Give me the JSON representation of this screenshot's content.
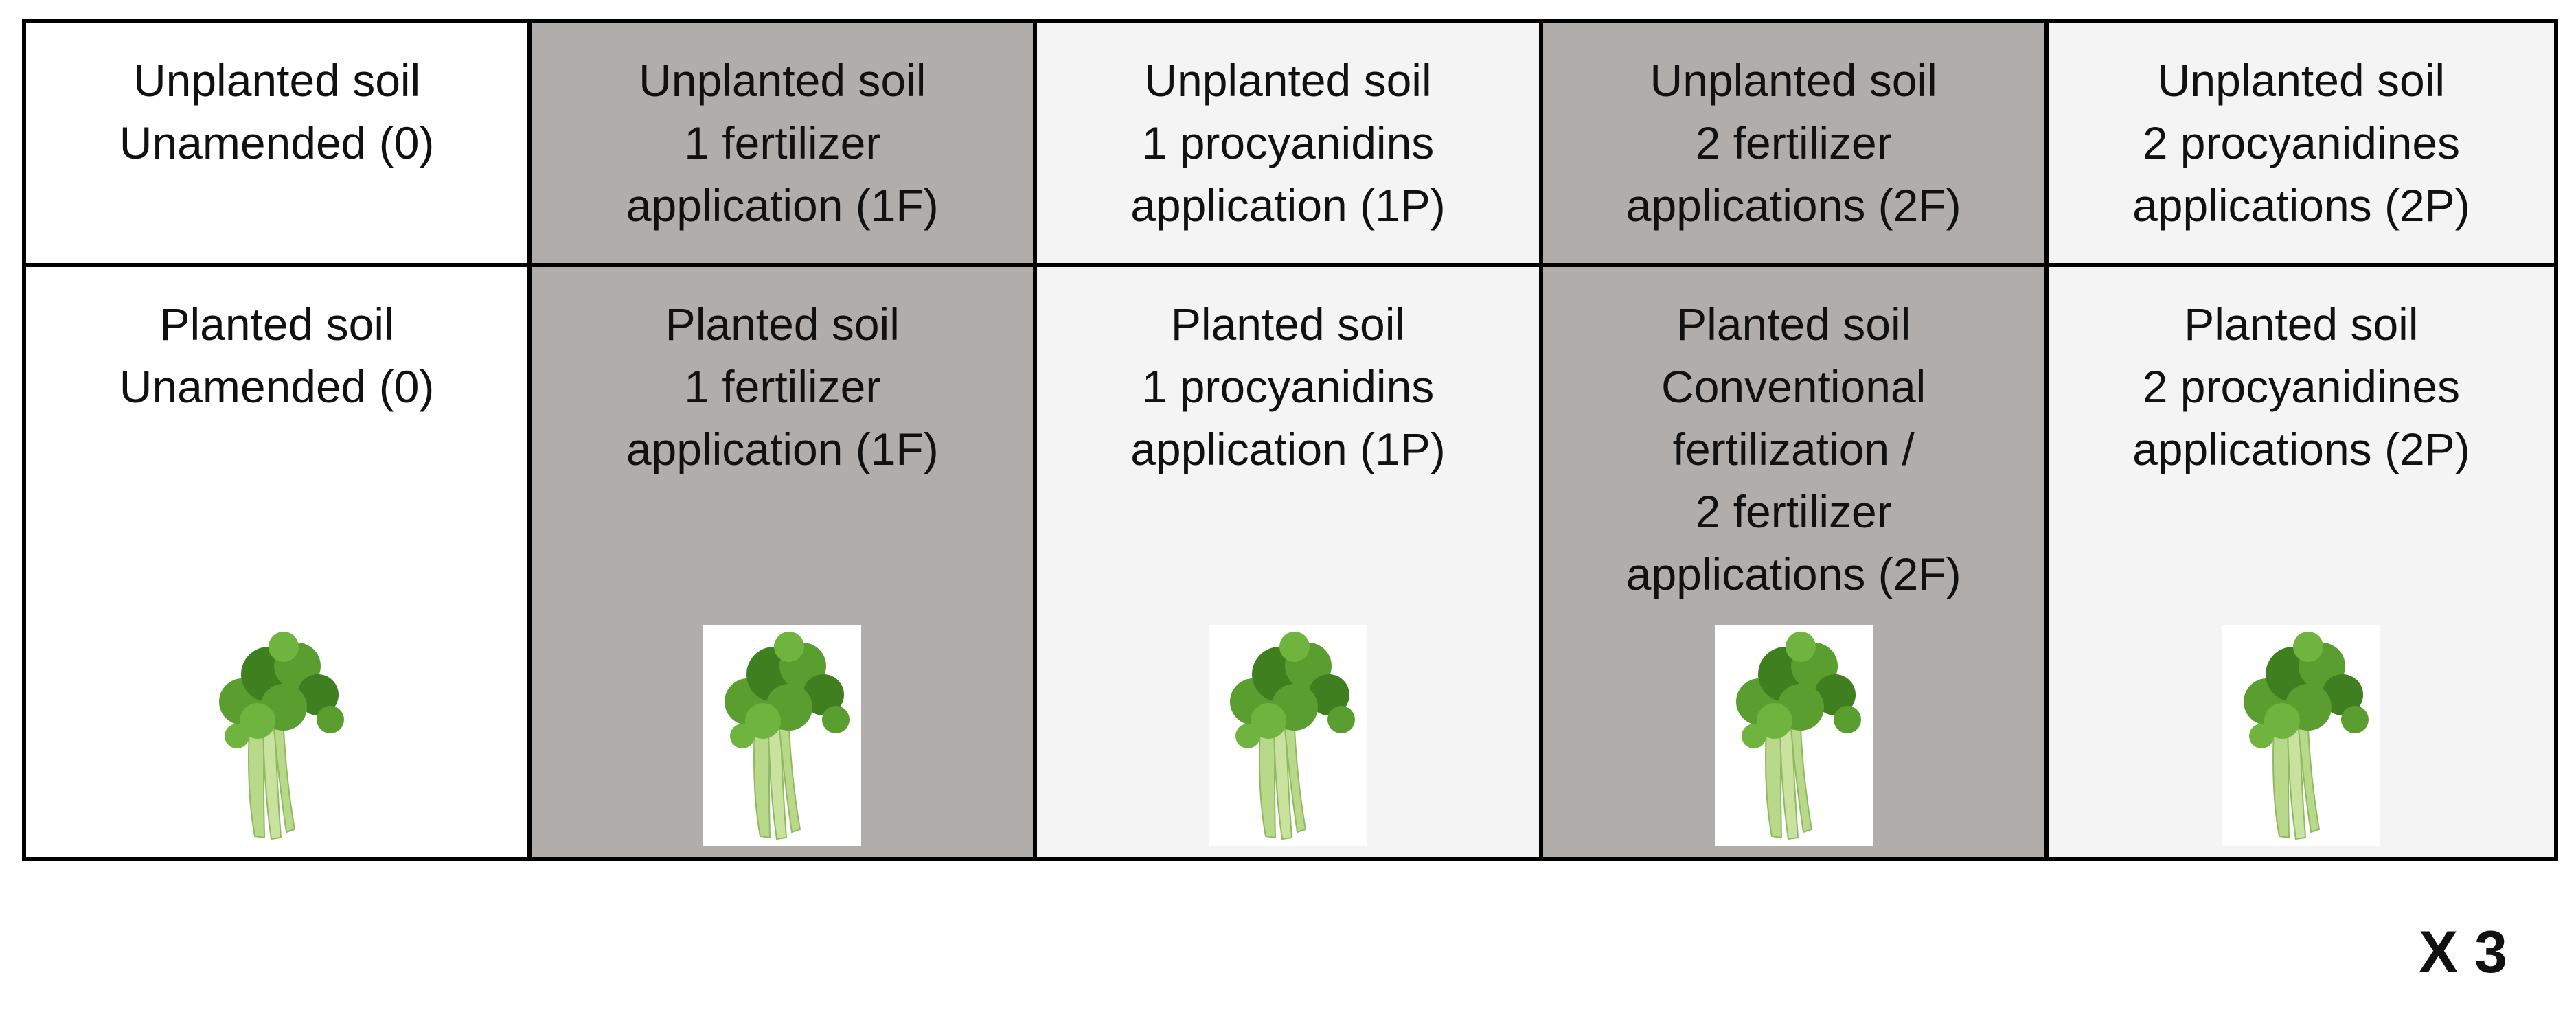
{
  "colors": {
    "white": "#ffffff",
    "gray": "#b0adab",
    "light": "#f4f4f4",
    "celery_leaf": "#5a9e2f",
    "celery_leaf_dark": "#3f7f1f",
    "celery_stalk": "#b9d98a"
  },
  "rows": [
    {
      "cells": [
        {
          "text": "Unplanted soil\nUnamended (0)",
          "bg": "white"
        },
        {
          "text": "Unplanted soil\n1 fertilizer\napplication (1F)",
          "bg": "gray"
        },
        {
          "text": "Unplanted soil\n1 procyanidins\napplication (1P)",
          "bg": "light"
        },
        {
          "text": "Unplanted soil\n2 fertilizer\napplications (2F)",
          "bg": "gray"
        },
        {
          "text": "Unplanted soil\n2 procyanidines\napplications (2P)",
          "bg": "light"
        }
      ]
    },
    {
      "cells": [
        {
          "text": "Planted soil\nUnamended (0)",
          "bg": "white",
          "icon": "celery-icon"
        },
        {
          "text": "Planted soil\n1 fertilizer\napplication (1F)",
          "bg": "gray",
          "icon": "celery-icon"
        },
        {
          "text": "Planted soil\n1 procyanidins\napplication (1P)",
          "bg": "light",
          "icon": "celery-icon"
        },
        {
          "text": "Planted soil\nConventional\nfertilization /\n2 fertilizer\napplications (2F)",
          "bg": "gray",
          "icon": "celery-icon"
        },
        {
          "text": "Planted soil\n2 procyanidines\napplications (2P)",
          "bg": "light",
          "icon": "celery-icon"
        }
      ]
    }
  ],
  "multiplier": "X 3"
}
